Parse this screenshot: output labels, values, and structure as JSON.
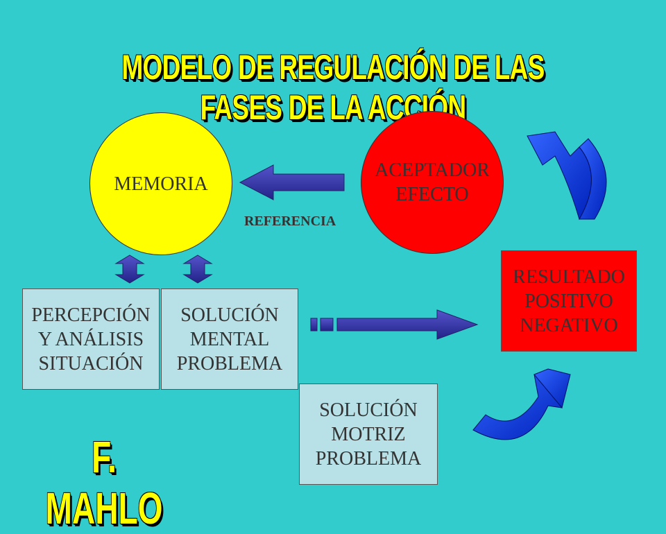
{
  "title": "MODELO DE REGULACIÓN DE LAS FASES DE LA ACCIÓN",
  "author": "F. MAHLO",
  "nodes": {
    "memoria": "MEMORIA",
    "aceptador": "ACEPTADOR\nEFECTO",
    "percepcion": "PERCEPCIÓN\nY ANÁLISIS\nSITUACIÓN",
    "mental": "SOLUCIÓN\nMENTAL\nPROBLEMA",
    "motriz": "SOLUCIÓN\nMOTRIZ\nPROBLEMA",
    "resultado": "RESULTADO\nPOSITIVO\nNEGATIVO"
  },
  "edge_label": "REFERENCIA",
  "colors": {
    "background": "#33CCCC",
    "memoria": "#FFFF00",
    "aceptador": "#FF0000",
    "resultado": "#FF0000",
    "boxes": "#B7E1E6",
    "arrows": "#3333AA",
    "curved_arrows": "#0033CC",
    "title": "#FFFF00"
  }
}
